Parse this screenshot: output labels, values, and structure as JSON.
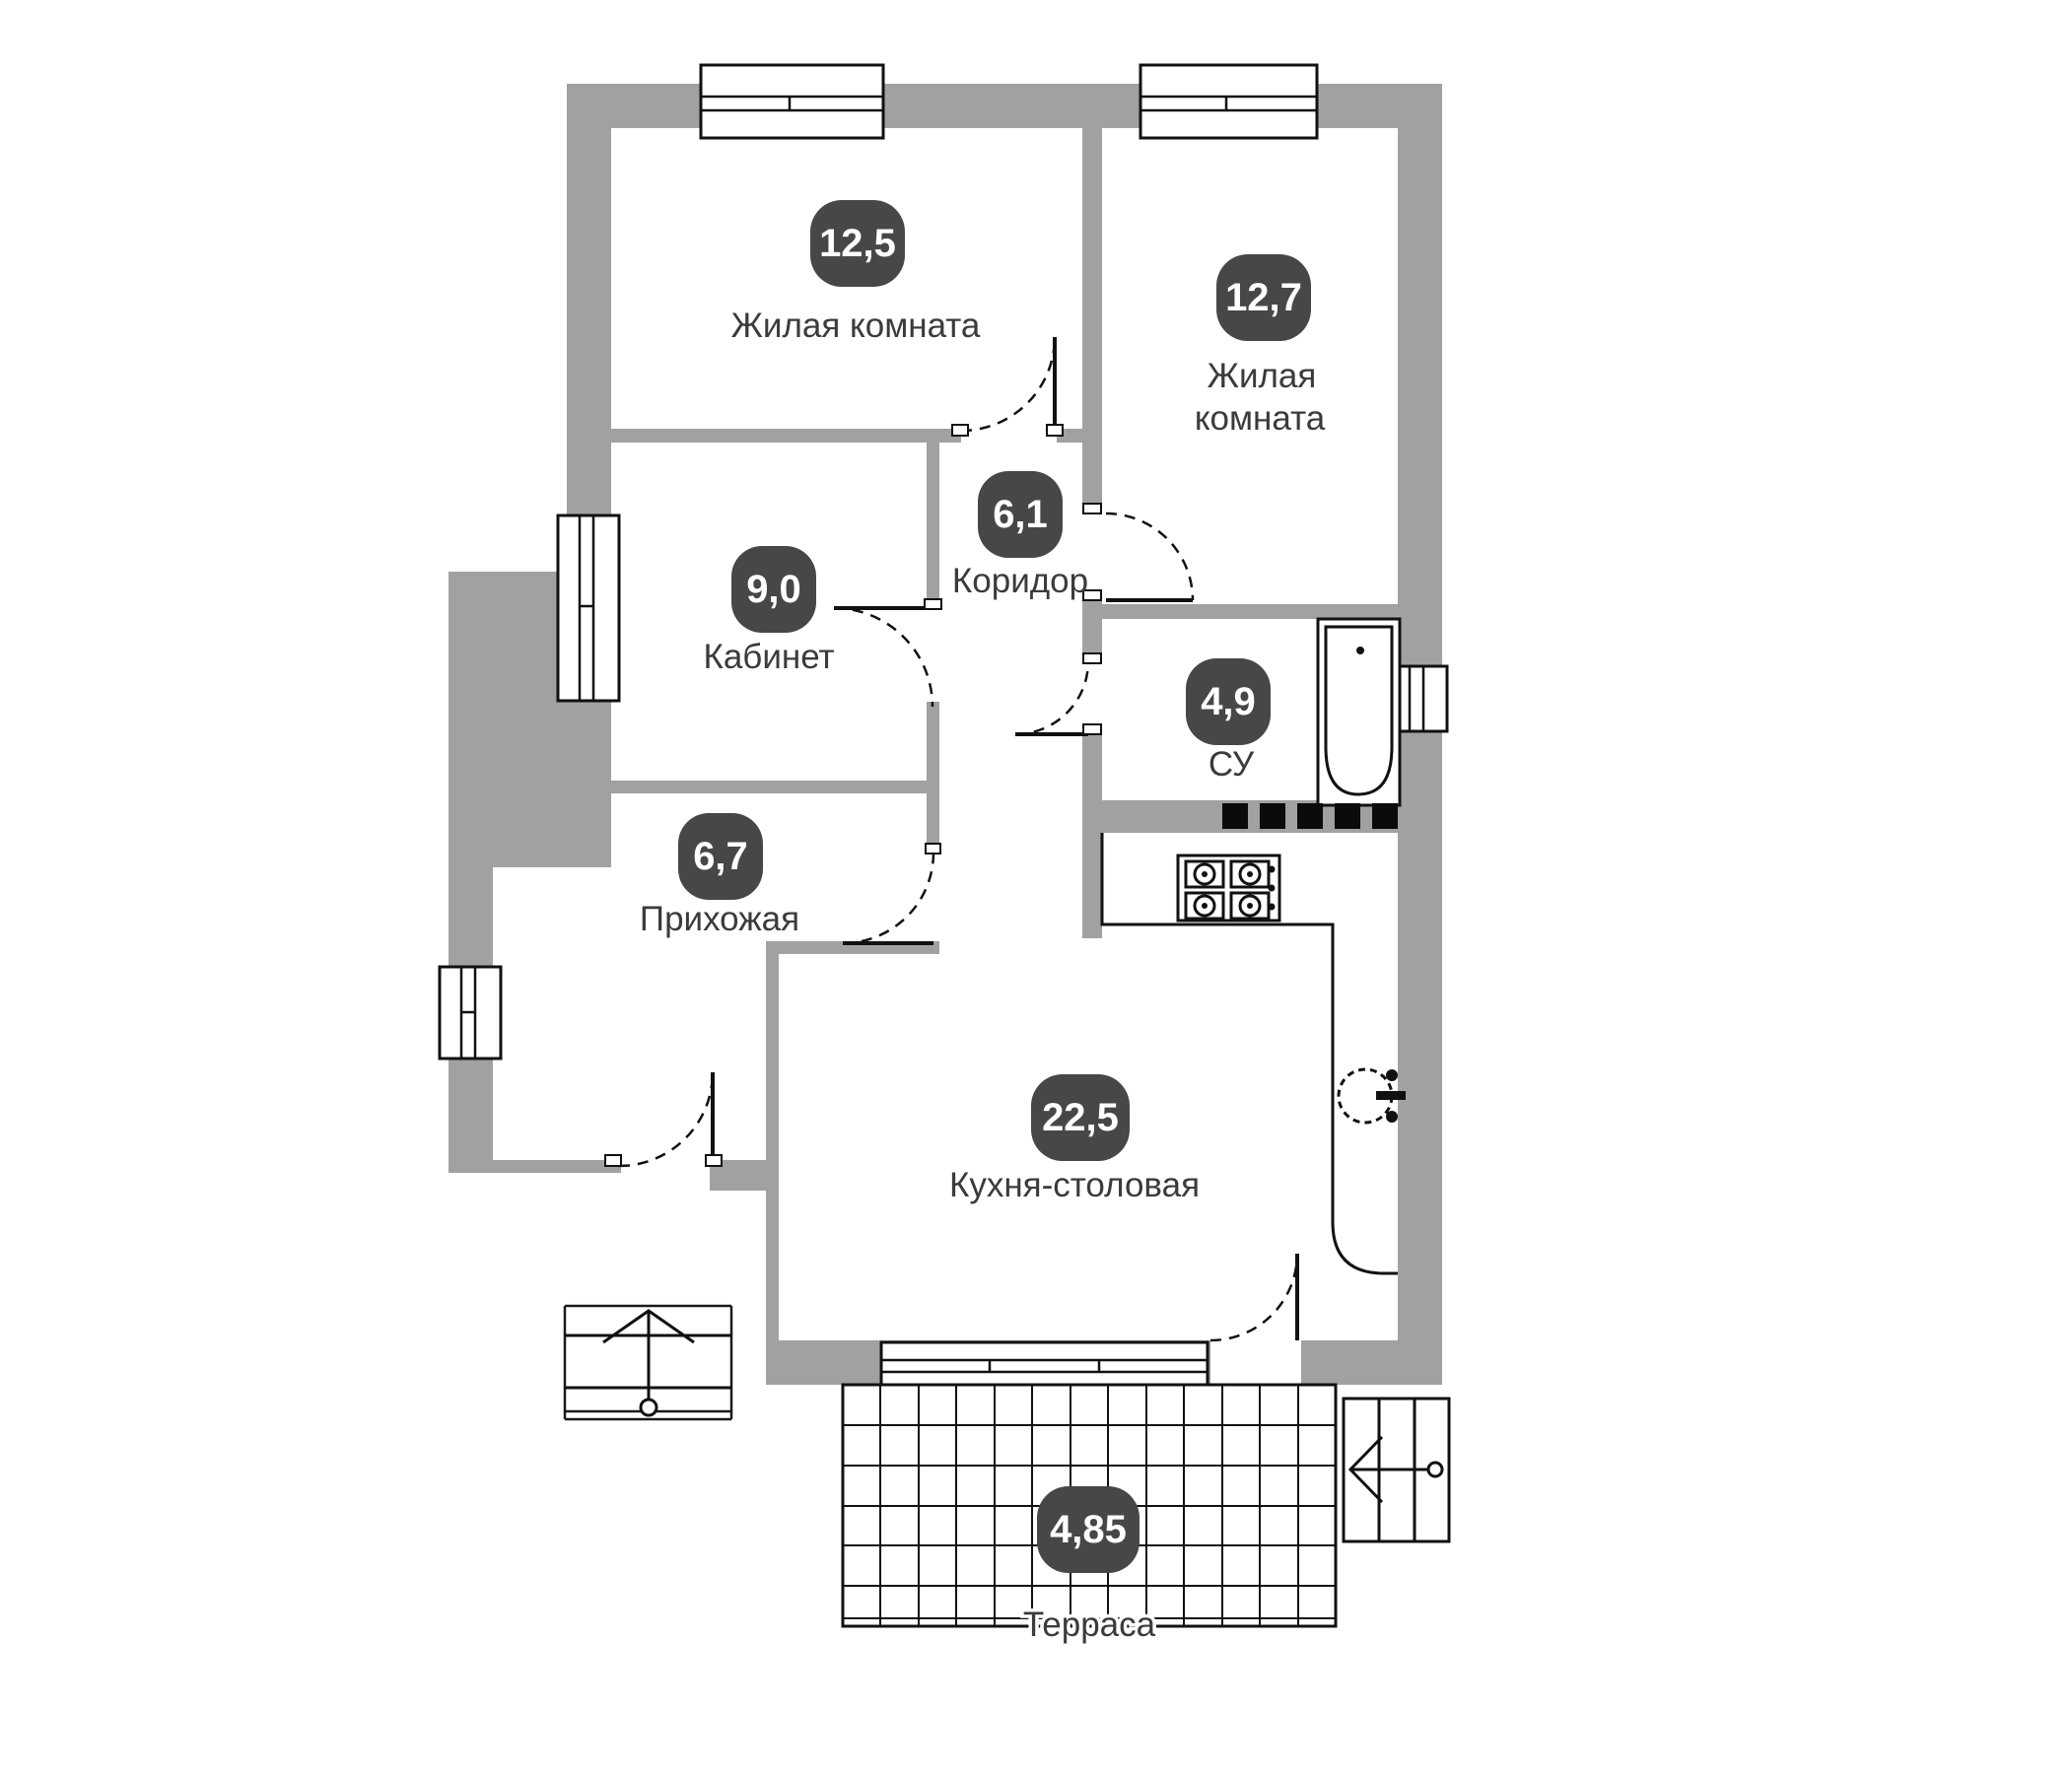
{
  "rooms": [
    {
      "id": "living1",
      "area": "12,5",
      "name": "Жилая комната"
    },
    {
      "id": "living2",
      "area": "12,7",
      "name": "Жилая",
      "name2": "комната"
    },
    {
      "id": "corridor",
      "area": "6,1",
      "name": "Коридор"
    },
    {
      "id": "office",
      "area": "9,0",
      "name": "Кабинет"
    },
    {
      "id": "bathroom",
      "area": "4,9",
      "name": "СУ"
    },
    {
      "id": "hallway",
      "area": "6,7",
      "name": "Прихожая"
    },
    {
      "id": "kitchen",
      "area": "22,5",
      "name": "Кухня-столовая"
    },
    {
      "id": "terrace",
      "area": "4,85",
      "name": "Терраса"
    }
  ],
  "colors": {
    "wall": "#a1a1a1",
    "line": "#1a1a1a",
    "bubble": "#474747",
    "bubble_text": "#ffffff",
    "label_text": "#3b3b3b"
  }
}
